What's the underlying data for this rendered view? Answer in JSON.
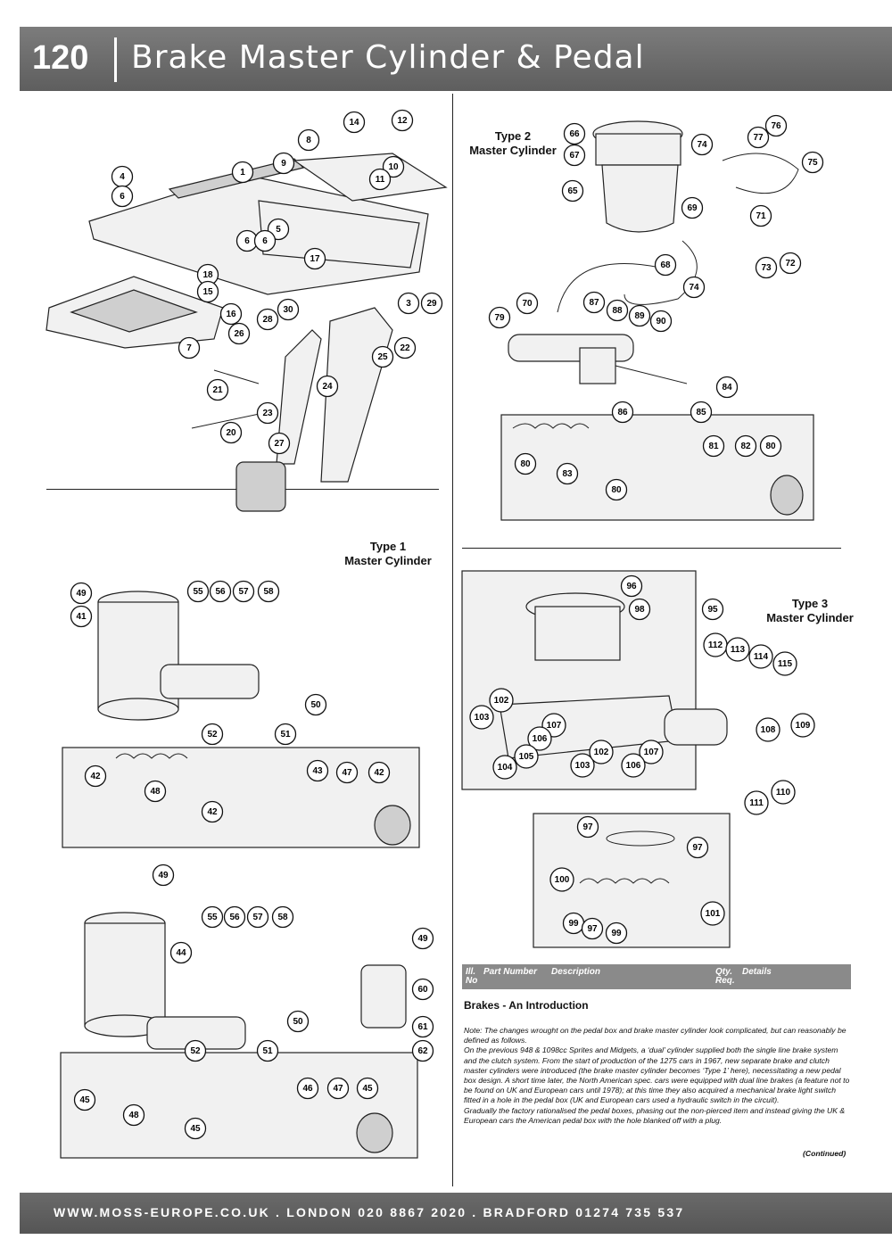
{
  "header": {
    "page_number": "120",
    "title": "Brake Master Cylinder & Pedal"
  },
  "labels": {
    "type1": [
      "Type 1",
      "Master Cylinder"
    ],
    "type2": [
      "Type 2",
      "Master Cylinder"
    ],
    "type3": [
      "Type 3",
      "Master Cylinder"
    ]
  },
  "table_header": {
    "ill_no": [
      "Ill.",
      "No"
    ],
    "part_number": "Part Number",
    "description": "Description",
    "qty_req": [
      "Qty.",
      "Req."
    ],
    "details": "Details"
  },
  "intro": {
    "heading": "Brakes - An Introduction",
    "paragraphs": [
      "Note: The changes wrought on the pedal box and brake master cylinder look complicated, but can reasonably be defined as follows.",
      "On the previous 948 & 1098cc Sprites and Midgets, a ‘dual’ cylinder supplied both the single line brake system and the clutch system. From the start of production of the 1275 cars in 1967, new separate brake and clutch master cylinders were introduced (the brake master cylinder becomes ‘Type 1’ here), necessitating a new pedal box design. A short time later, the North American spec. cars were equipped with dual line brakes (a feature not to be found on UK and European cars until 1978); at this time they also acquired a mechanical brake light switch fitted in a hole in the pedal box (UK and European cars used a hydraulic switch in the circuit).",
      "Gradually the factory rationalised the pedal boxes, phasing out the non-pierced item and instead giving the UK & European cars the American pedal box with the hole blanked off with a plug."
    ],
    "continued": "(Continued)"
  },
  "footer": {
    "text": "WWW.MOSS-EUROPE.CO.UK . LONDON 020 8867 2020 . BRADFORD 01274 735 537"
  },
  "callouts": {
    "pedal_box": [
      "14",
      "12",
      "8",
      "10",
      "11",
      "9",
      "1",
      "4",
      "6",
      "5",
      "6",
      "6",
      "17",
      "18",
      "15",
      "16",
      "7",
      "3",
      "29",
      "28",
      "30",
      "26",
      "21",
      "23",
      "24",
      "25",
      "22",
      "20",
      "27"
    ],
    "type2": [
      "66",
      "67",
      "65",
      "76",
      "77",
      "74",
      "75",
      "69",
      "71",
      "72",
      "73",
      "68",
      "74",
      "70",
      "87",
      "88",
      "89",
      "90",
      "79",
      "84",
      "86",
      "85",
      "81",
      "82",
      "80",
      "80",
      "83",
      "80"
    ],
    "type1_top": [
      "49",
      "41",
      "55",
      "56",
      "57",
      "58",
      "50",
      "52",
      "51",
      "42",
      "48",
      "43",
      "47",
      "42",
      "42"
    ],
    "type1_bottom": [
      "49",
      "44",
      "55",
      "56",
      "57",
      "58",
      "50",
      "52",
      "51",
      "45",
      "48",
      "46",
      "47",
      "45",
      "45",
      "49",
      "60",
      "61",
      "62"
    ],
    "type3": [
      "96",
      "98",
      "95",
      "112",
      "113",
      "114",
      "115",
      "102",
      "103",
      "107",
      "106",
      "104",
      "105",
      "103",
      "102",
      "107",
      "106",
      "108",
      "109",
      "111",
      "110"
    ],
    "kit": [
      "97",
      "97",
      "100",
      "99",
      "97",
      "99",
      "101"
    ]
  }
}
